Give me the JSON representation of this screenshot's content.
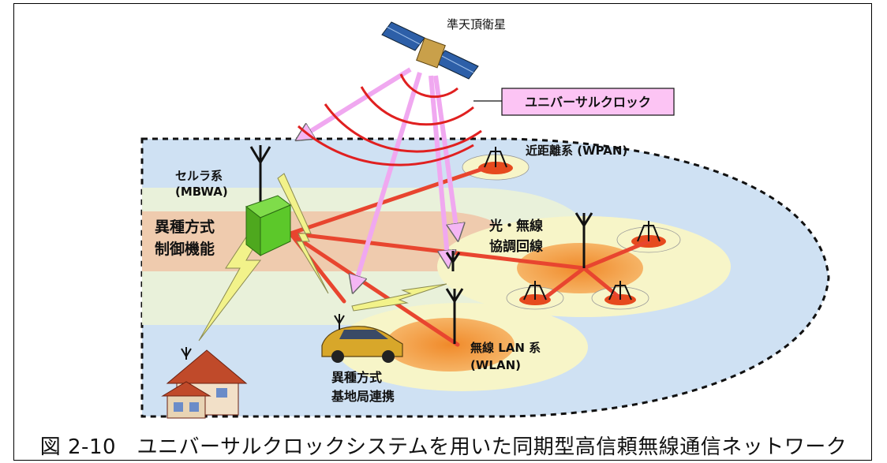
{
  "labels": {
    "satellite": "準天頂衛星",
    "universal_clock": "ユニバーサルクロック",
    "wpan": "近距離系 (WPAN)",
    "cellular_line1": "セルラ系",
    "cellular_line2": "(MBWA)",
    "hetero_control_line1": "異種方式",
    "hetero_control_line2": "制御機能",
    "optical_line1": "光・無線",
    "optical_line2": "協調回線",
    "wlan_line1": "無線 LAN 系",
    "wlan_line2": "(WLAN)",
    "base_line1": "異種方式",
    "base_line2": "基地局連携"
  },
  "caption": "図 2-10　ユニバーサルクロックシステムを用いた同期型高信頼無線通信ネットワーク",
  "colors": {
    "network_link": "#e8452f",
    "clock_arc": "#e02020",
    "satellite_beam": "#f0a8f0",
    "lightning": "#f2f28a",
    "cellular_box": "#5cc82a",
    "clock_box": "#fcc4f4",
    "outer_zone": "#cde0f2",
    "wlan_zone": "#f3a247"
  }
}
